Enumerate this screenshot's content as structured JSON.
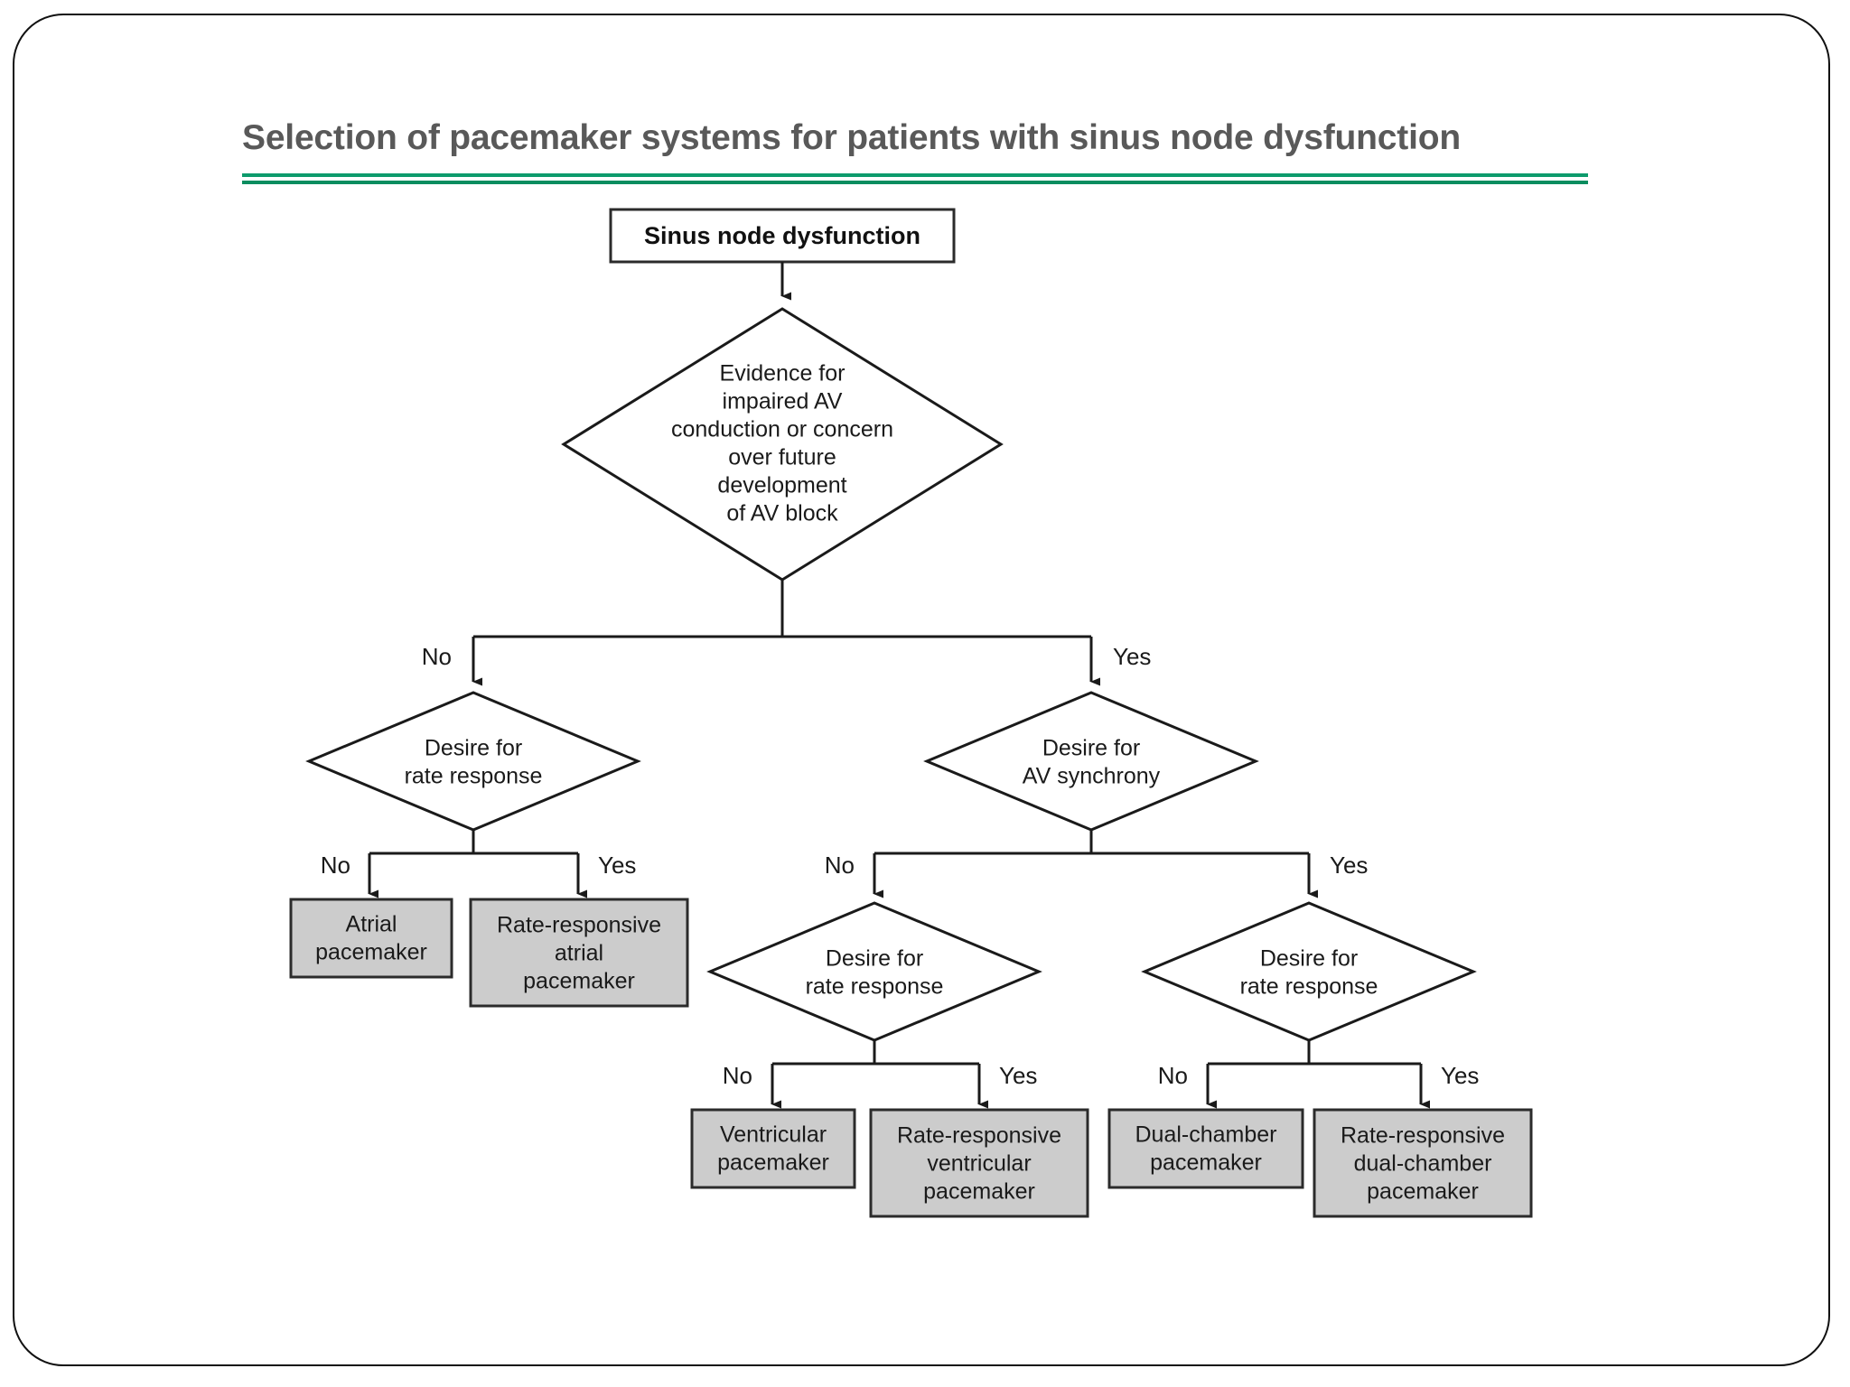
{
  "slide": {
    "title": "Selection of pacemaker systems for patients with sinus node dysfunction",
    "accent_color": "#0d9b6c",
    "title_color": "#595959",
    "frame_color": "#111111",
    "box_fill": "#cccccc",
    "diamond_fill": "#ffffff"
  },
  "flow": {
    "type": "flowchart",
    "root": {
      "id": "root",
      "shape": "rect-plain",
      "lines": [
        "Sinus node dysfunction"
      ]
    },
    "decisions": [
      {
        "id": "d-av-conduction",
        "shape": "diamond",
        "lines": [
          "Evidence for",
          "impaired AV",
          "conduction or concern",
          "over future",
          "development",
          "of AV block"
        ],
        "branches": [
          "No",
          "Yes"
        ]
      },
      {
        "id": "d-rate-response-left",
        "shape": "diamond",
        "lines": [
          "Desire for",
          "rate response"
        ],
        "branches": [
          "No",
          "Yes"
        ]
      },
      {
        "id": "d-av-synchrony",
        "shape": "diamond",
        "lines": [
          "Desire for",
          "AV synchrony"
        ],
        "branches": [
          "No",
          "Yes"
        ]
      },
      {
        "id": "d-rate-response-mid",
        "shape": "diamond",
        "lines": [
          "Desire for",
          "rate response"
        ],
        "branches": [
          "No",
          "Yes"
        ]
      },
      {
        "id": "d-rate-response-right",
        "shape": "diamond",
        "lines": [
          "Desire for",
          "rate response"
        ],
        "branches": [
          "No",
          "Yes"
        ]
      }
    ],
    "outcomes": [
      {
        "id": "o-atrial",
        "shape": "rect-shaded",
        "lines": [
          "Atrial",
          "pacemaker"
        ]
      },
      {
        "id": "o-rr-atrial",
        "shape": "rect-shaded",
        "lines": [
          "Rate-responsive",
          "atrial",
          "pacemaker"
        ]
      },
      {
        "id": "o-ventricular",
        "shape": "rect-shaded",
        "lines": [
          "Ventricular",
          "pacemaker"
        ]
      },
      {
        "id": "o-rr-ventricular",
        "shape": "rect-shaded",
        "lines": [
          "Rate-responsive",
          "ventricular",
          "pacemaker"
        ]
      },
      {
        "id": "o-dual",
        "shape": "rect-shaded",
        "lines": [
          "Dual-chamber",
          "pacemaker"
        ]
      },
      {
        "id": "o-rr-dual",
        "shape": "rect-shaded",
        "lines": [
          "Rate-responsive",
          "dual-chamber",
          "pacemaker"
        ]
      }
    ],
    "edge_labels": {
      "root_no": "No",
      "root_yes": "Yes",
      "left_no": "No",
      "left_yes": "Yes",
      "synchrony_no": "No",
      "synchrony_yes": "Yes",
      "mid_no": "No",
      "mid_yes": "Yes",
      "right_no": "No",
      "right_yes": "Yes"
    }
  }
}
